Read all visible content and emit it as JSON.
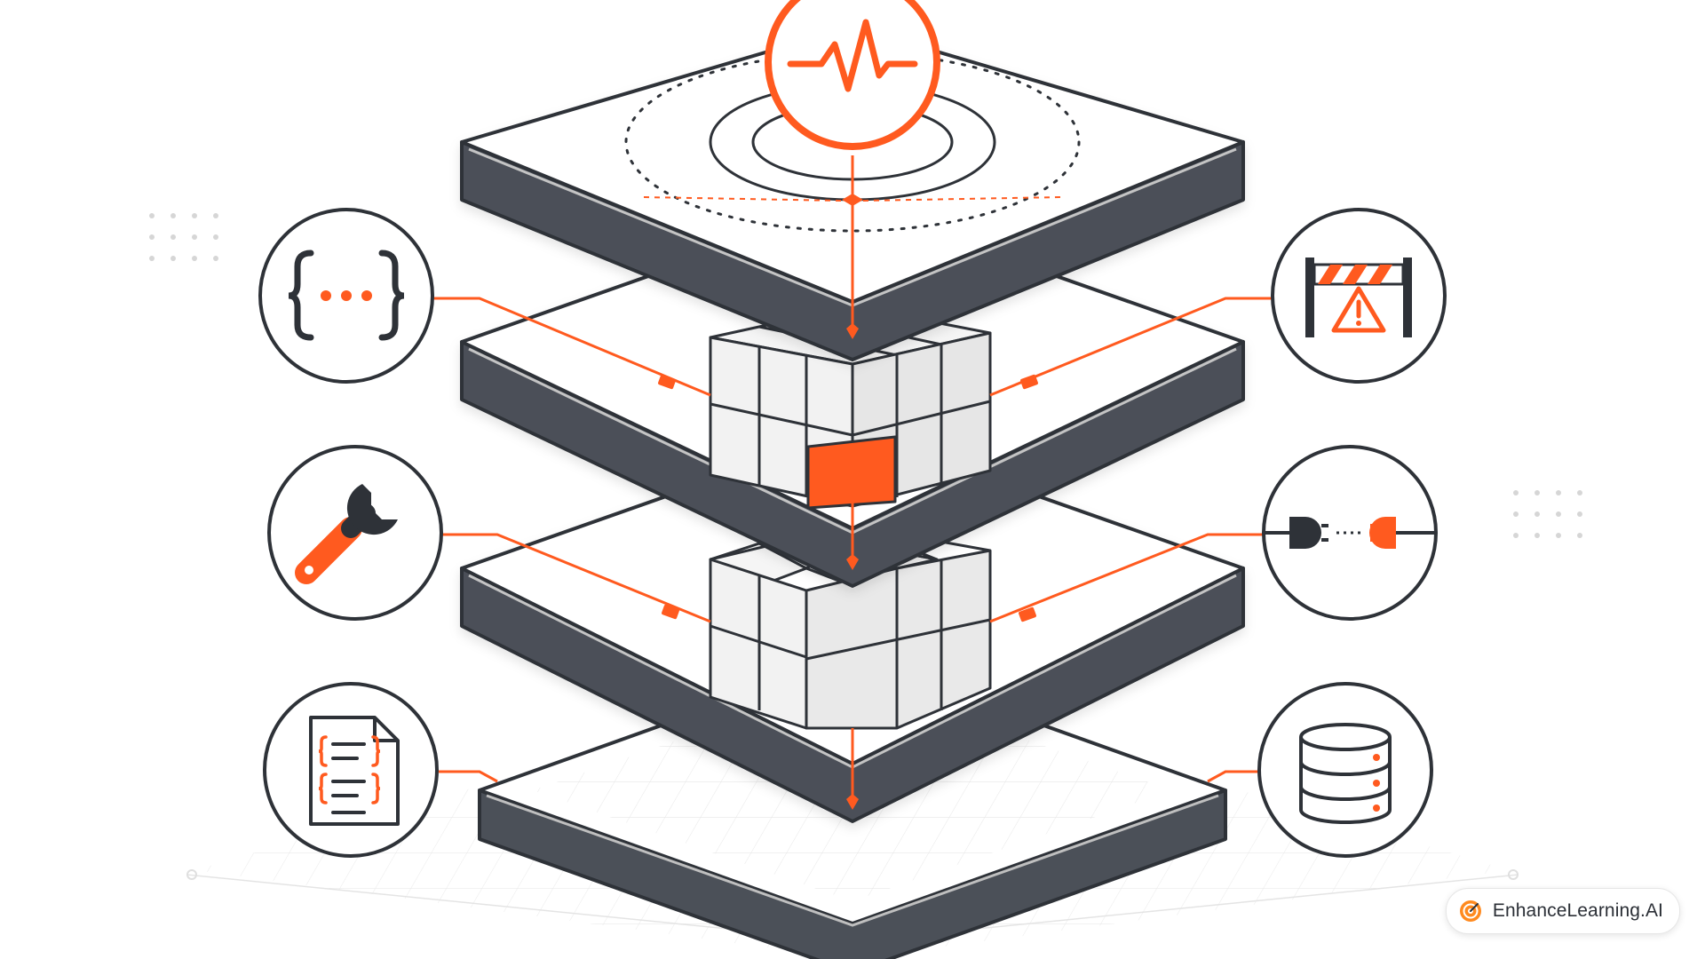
{
  "colors": {
    "accent": "#FF5A1F",
    "slate": "#2E3238",
    "layer_side": "#4B5058",
    "surface": "#FFFFFF",
    "cube_face": "#F2F2F2",
    "cube_shade": "#E4E4E4",
    "grid": "#E5E5E5"
  },
  "diagram": {
    "top_icon": "heartbeat-monitor-icon",
    "layers": [
      "top-layer",
      "upper-middle-layer",
      "lower-middle-layer",
      "base-layer"
    ],
    "left_icons": [
      "code-braces-icon",
      "wrench-icon",
      "code-document-icon"
    ],
    "right_icons": [
      "roadblock-warning-icon",
      "plug-disconnect-icon",
      "database-icon"
    ],
    "highlighted_cell": "upper-cube-front-cell"
  },
  "brand": {
    "label": "EnhanceLearning.AI",
    "icon": "target-logo-icon"
  }
}
